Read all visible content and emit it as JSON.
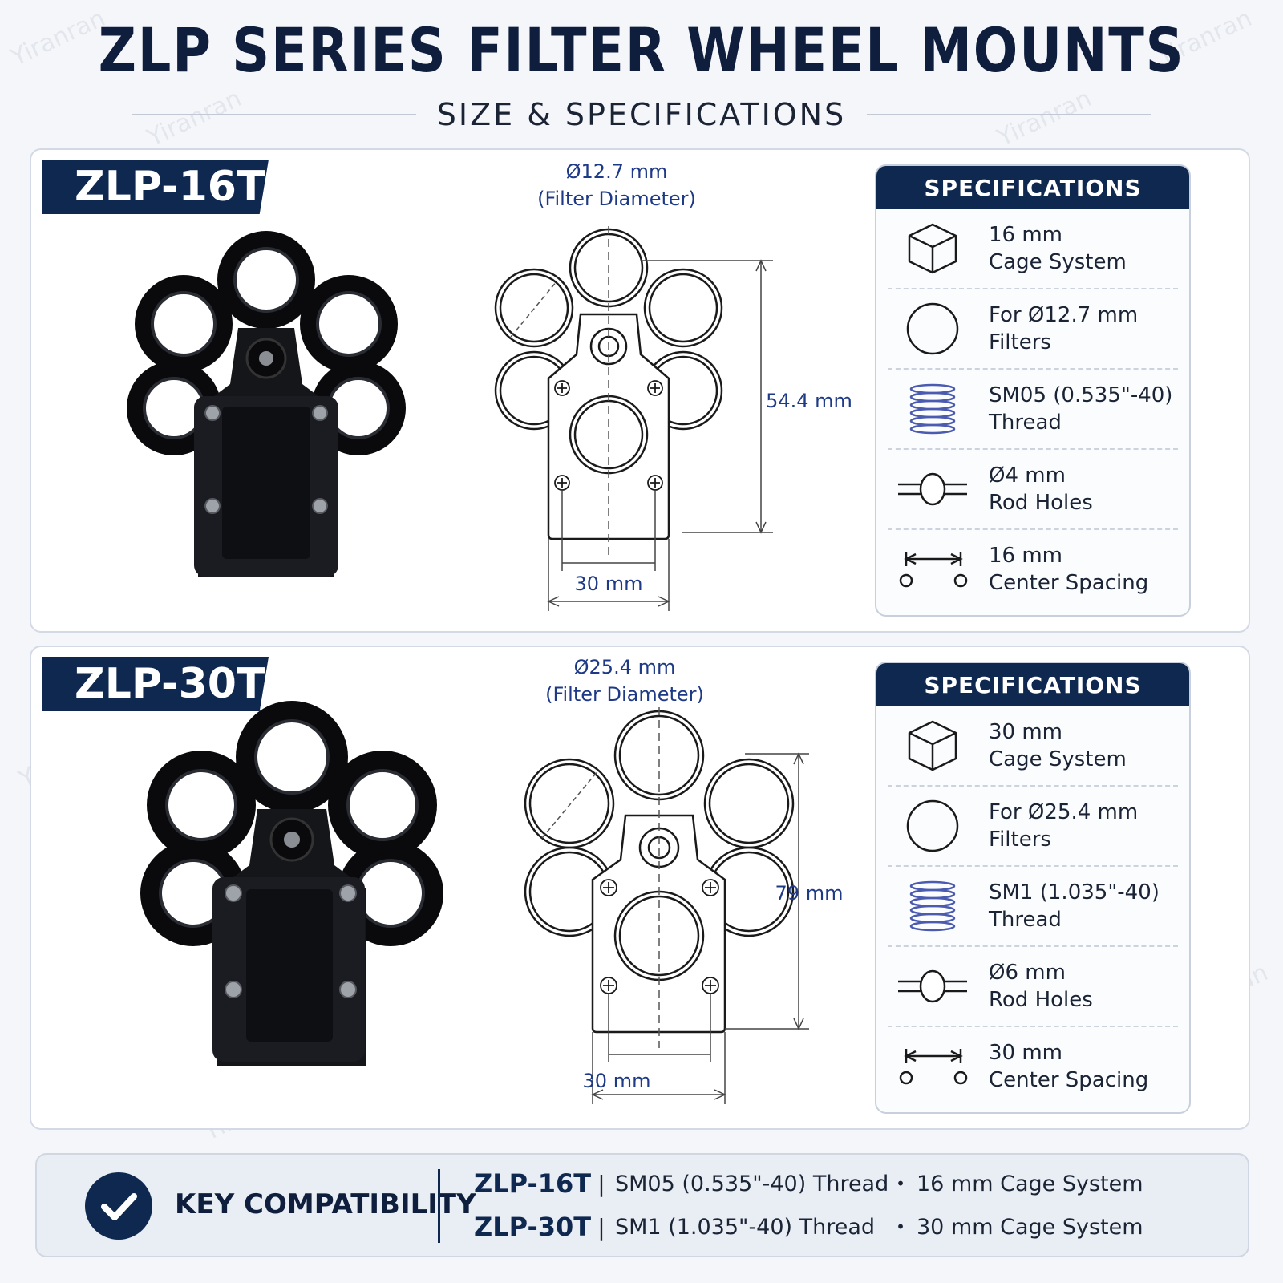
{
  "header": {
    "title": "ZLP SERIES FILTER WHEEL MOUNTS",
    "subtitle": "SIZE & SPECIFICATIONS"
  },
  "watermark": "Yiranran",
  "colors": {
    "navy": "#0f2850",
    "dimension_blue": "#1e3a86",
    "panel_border": "#d4dae5"
  },
  "models": [
    {
      "name": "ZLP-16T",
      "filter_diameter": "Ø12.7 mm",
      "filter_diameter_caption": "(Filter Diameter)",
      "height_dim": "54.4 mm",
      "width_dim": "30 mm",
      "specs_title": "SPECIFICATIONS",
      "specs": [
        {
          "icon": "cube-icon",
          "line1": "16 mm",
          "line2": "Cage System"
        },
        {
          "icon": "circle-icon",
          "line1": "For Ø12.7 mm",
          "line2": "Filters"
        },
        {
          "icon": "thread-spring-icon",
          "line1": "SM05 (0.535\"-40)",
          "line2": "Thread"
        },
        {
          "icon": "rod-hole-icon",
          "line1": "Ø4 mm",
          "line2": "Rod Holes"
        },
        {
          "icon": "center-spacing-icon",
          "line1": "16 mm",
          "line2": "Center Spacing"
        }
      ]
    },
    {
      "name": "ZLP-30T",
      "filter_diameter": "Ø25.4 mm",
      "filter_diameter_caption": "(Filter Diameter)",
      "height_dim": "79 mm",
      "width_dim": "30 mm",
      "specs_title": "SPECIFICATIONS",
      "specs": [
        {
          "icon": "cube-icon",
          "line1": "30 mm",
          "line2": "Cage System"
        },
        {
          "icon": "circle-icon",
          "line1": "For Ø25.4 mm",
          "line2": "Filters"
        },
        {
          "icon": "thread-spring-icon",
          "line1": "SM1 (1.035\"-40)",
          "line2": "Thread"
        },
        {
          "icon": "rod-hole-icon",
          "line1": "Ø6 mm",
          "line2": "Rod Holes"
        },
        {
          "icon": "center-spacing-icon",
          "line1": "30 mm",
          "line2": "Center Spacing"
        }
      ]
    }
  ],
  "compatibility": {
    "title": "KEY COMPATIBILITY",
    "separator": "|",
    "bullet": "•",
    "rows": [
      {
        "model": "ZLP-16T",
        "thread": "SM05 (0.535\"-40) Thread",
        "cage": "16 mm Cage System"
      },
      {
        "model": "ZLP-30T",
        "thread": "SM1 (1.035\"-40) Thread",
        "cage": "30 mm Cage System"
      }
    ]
  }
}
